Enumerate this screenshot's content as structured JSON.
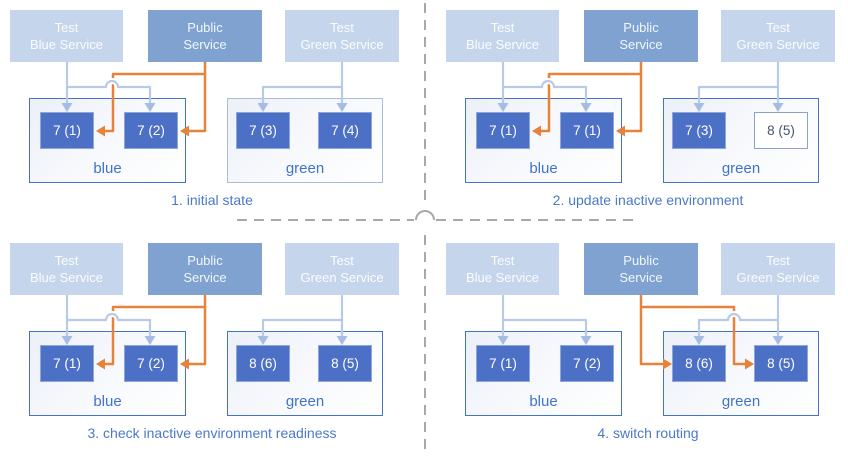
{
  "palette": {
    "service_light": "#c5d5eb",
    "service_dark": "#7fa2d0",
    "instance_fill": "#4c70c5",
    "instance_outline_text": "#44546a",
    "env_border_active": "#4273c6",
    "env_border_idle": "#a9bcd9",
    "env_label_text": "#4173c8",
    "caption_text": "#4a79c8",
    "connector_light_blue": "#b7cae8",
    "route_orange": "#e7823a",
    "divider_gray": "#a8a8a8"
  },
  "quadrants": [
    {
      "caption": "1. initial state",
      "public_routes_to": "blue",
      "services": {
        "test_blue": {
          "line1": "Test",
          "line2": "Blue Service"
        },
        "public": {
          "line1": "Public",
          "line2": "Service"
        },
        "test_green": {
          "line1": "Test",
          "line2": "Green Service"
        }
      },
      "environments": {
        "blue": {
          "label": "blue",
          "class": "env blue dark",
          "instances": [
            {
              "label": "7 (1)",
              "class": "inst filled"
            },
            {
              "label": "7 (2)",
              "class": "inst filled"
            }
          ]
        },
        "green": {
          "label": "green",
          "class": "env green light",
          "instances": [
            {
              "label": "7 (3)",
              "class": "inst filled"
            },
            {
              "label": "7 (4)",
              "class": "inst filled"
            }
          ]
        }
      }
    },
    {
      "caption": "2. update inactive environment",
      "public_routes_to": "blue",
      "services": {
        "test_blue": {
          "line1": "Test",
          "line2": "Blue Service"
        },
        "public": {
          "line1": "Public",
          "line2": "Service"
        },
        "test_green": {
          "line1": "Test",
          "line2": "Green Service"
        }
      },
      "environments": {
        "blue": {
          "label": "blue",
          "class": "env blue dark",
          "instances": [
            {
              "label": "7 (1)",
              "class": "inst filled"
            },
            {
              "label": "7 (1)",
              "class": "inst filled"
            }
          ]
        },
        "green": {
          "label": "green",
          "class": "env green dark",
          "instances": [
            {
              "label": "7 (3)",
              "class": "inst filled"
            },
            {
              "label": "8 (5)",
              "class": "inst outline"
            }
          ]
        }
      }
    },
    {
      "caption": "3. check inactive environment readiness",
      "public_routes_to": "blue",
      "services": {
        "test_blue": {
          "line1": "Test",
          "line2": "Blue Service"
        },
        "public": {
          "line1": "Public",
          "line2": "Service"
        },
        "test_green": {
          "line1": "Test",
          "line2": "Green Service"
        }
      },
      "environments": {
        "blue": {
          "label": "blue",
          "class": "env blue dark",
          "instances": [
            {
              "label": "7 (1)",
              "class": "inst filled"
            },
            {
              "label": "7 (2)",
              "class": "inst filled"
            }
          ]
        },
        "green": {
          "label": "green",
          "class": "env green dark",
          "instances": [
            {
              "label": "8 (6)",
              "class": "inst filled"
            },
            {
              "label": "8 (5)",
              "class": "inst filled"
            }
          ]
        }
      }
    },
    {
      "caption": "4. switch routing",
      "public_routes_to": "green",
      "services": {
        "test_blue": {
          "line1": "Test",
          "line2": "Blue Service"
        },
        "public": {
          "line1": "Public",
          "line2": "Service"
        },
        "test_green": {
          "line1": "Test",
          "line2": "Green Service"
        }
      },
      "environments": {
        "blue": {
          "label": "blue",
          "class": "env blue dark",
          "instances": [
            {
              "label": "7 (1)",
              "class": "inst filled"
            },
            {
              "label": "7 (2)",
              "class": "inst filled"
            }
          ]
        },
        "green": {
          "label": "green",
          "class": "env green dark",
          "instances": [
            {
              "label": "8 (6)",
              "class": "inst filled"
            },
            {
              "label": "8 (5)",
              "class": "inst filled"
            }
          ]
        }
      }
    }
  ]
}
